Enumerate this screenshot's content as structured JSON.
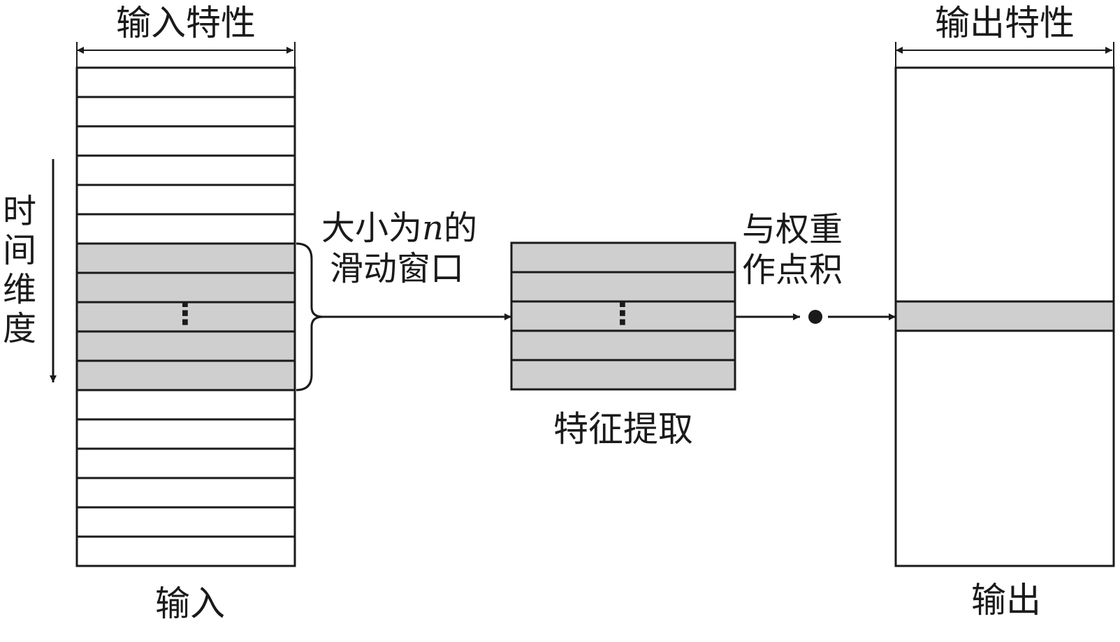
{
  "input": {
    "top_label": "输入特性",
    "bottom_label": "输入",
    "rows": 17,
    "window_start_row": 6,
    "window_rows": 5
  },
  "time_axis": {
    "chars": [
      "时",
      "间",
      "维",
      "度"
    ]
  },
  "window_label": {
    "line1_pre": "大小为",
    "line1_var": "n",
    "line1_post": "的",
    "line2": "滑动窗口"
  },
  "feature": {
    "label": "特征提取",
    "rows": 5
  },
  "weight_label": {
    "line1": "与权重",
    "line2": "作点积"
  },
  "output": {
    "top_label": "输出特性",
    "bottom_label": "输出"
  },
  "colors": {
    "stroke": "#1a1a1a",
    "shade": "#cfcfcf",
    "background": "#ffffff"
  },
  "ellipsis_glyph": "⋮"
}
